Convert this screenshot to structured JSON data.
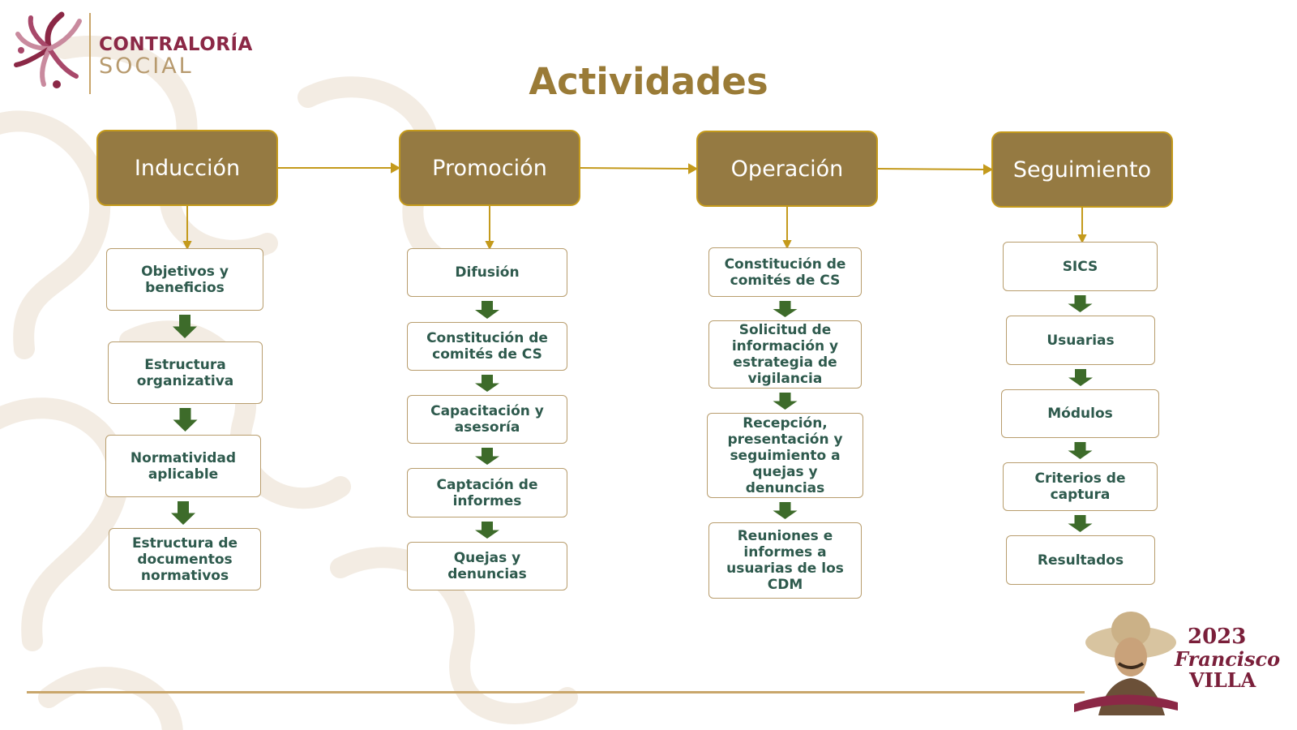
{
  "logo": {
    "line1": "CONTRALORÍA",
    "line2": "SOCIAL"
  },
  "title": "Actividades",
  "columns": [
    {
      "header": "Inducción",
      "items": [
        "Objetivos y\nbeneficios",
        "Estructura\norganizativa",
        "Normatividad\naplicable",
        "Estructura de\ndocumentos\nnormativos"
      ]
    },
    {
      "header": "Promoción",
      "items": [
        "Difusión",
        "Constitución de\ncomités de CS",
        "Capacitación y\nasesoría",
        "Captación de\ninformes",
        "Quejas y\ndenuncias"
      ]
    },
    {
      "header": "Operación",
      "items": [
        "Constitución de\ncomités de CS",
        "Solicitud de\ninformación y\nestrategia de\nvigilancia",
        "Recepción,\npresentación y\nseguimiento a\nquejas y\ndenuncias",
        "Reuniones e\ninformes a\nusuarias de los\nCDM"
      ]
    },
    {
      "header": "Seguimiento",
      "items": [
        "SICS",
        "Usuarias",
        "Módulos",
        "Criterios de\ncaptura",
        "Resultados"
      ]
    }
  ],
  "seal": {
    "year": "2023",
    "name": "Francisco",
    "surname": "VILLA"
  },
  "colors": {
    "header_fill": "#957a42",
    "header_border": "#c49a1c",
    "box_text": "#2e5a4d",
    "arrow": "#3d6b2a",
    "connector": "#c49a1c",
    "title": "#9a7b37"
  }
}
